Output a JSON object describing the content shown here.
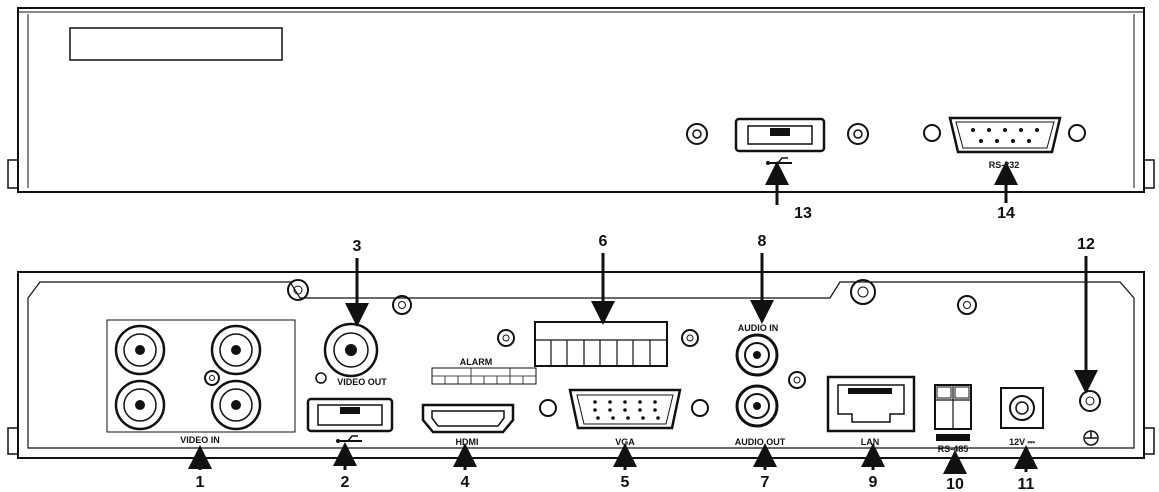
{
  "labels": {
    "video_in": "VIDEO IN",
    "video_out": "VIDEO OUT",
    "alarm": "ALARM",
    "hdmi": "HDMI",
    "vga": "VGA",
    "audio_in": "AUDIO IN",
    "audio_out": "AUDIO OUT",
    "lan": "LAN",
    "rs485": "RS-485",
    "power": "12V ⎓",
    "rs232": "RS-232"
  },
  "callouts": {
    "n1": "1",
    "n2": "2",
    "n3": "3",
    "n4": "4",
    "n5": "5",
    "n6": "6",
    "n7": "7",
    "n8": "8",
    "n9": "9",
    "n10": "10",
    "n11": "11",
    "n12": "12",
    "n13": "13",
    "n14": "14"
  },
  "icons": [
    "usb-icon",
    "ground-icon",
    "screw-icon",
    "bnc-connector-icon"
  ]
}
